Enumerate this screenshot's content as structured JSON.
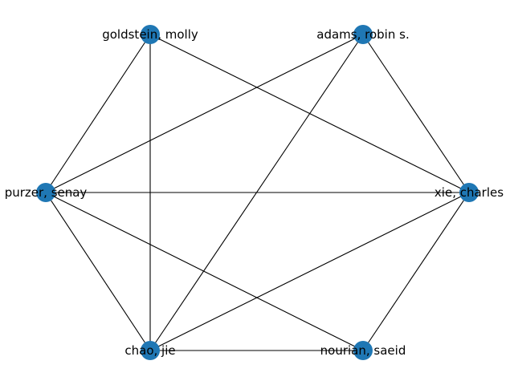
{
  "graph": {
    "node_color": "#1f77b4",
    "edge_color": "#000000",
    "nodes": [
      {
        "id": "goldstein",
        "label": "goldstein, molly"
      },
      {
        "id": "adams",
        "label": "adams, robin s."
      },
      {
        "id": "purzer",
        "label": "purzer, senay"
      },
      {
        "id": "xie",
        "label": "xie, charles"
      },
      {
        "id": "chao",
        "label": "chao, jie"
      },
      {
        "id": "nourian",
        "label": "nourian, saeid"
      }
    ],
    "edges": [
      [
        "goldstein",
        "purzer"
      ],
      [
        "goldstein",
        "chao"
      ],
      [
        "goldstein",
        "xie"
      ],
      [
        "adams",
        "purzer"
      ],
      [
        "adams",
        "chao"
      ],
      [
        "adams",
        "xie"
      ],
      [
        "purzer",
        "xie"
      ],
      [
        "purzer",
        "chao"
      ],
      [
        "purzer",
        "nourian"
      ],
      [
        "xie",
        "chao"
      ],
      [
        "xie",
        "nourian"
      ],
      [
        "chao",
        "nourian"
      ]
    ]
  }
}
